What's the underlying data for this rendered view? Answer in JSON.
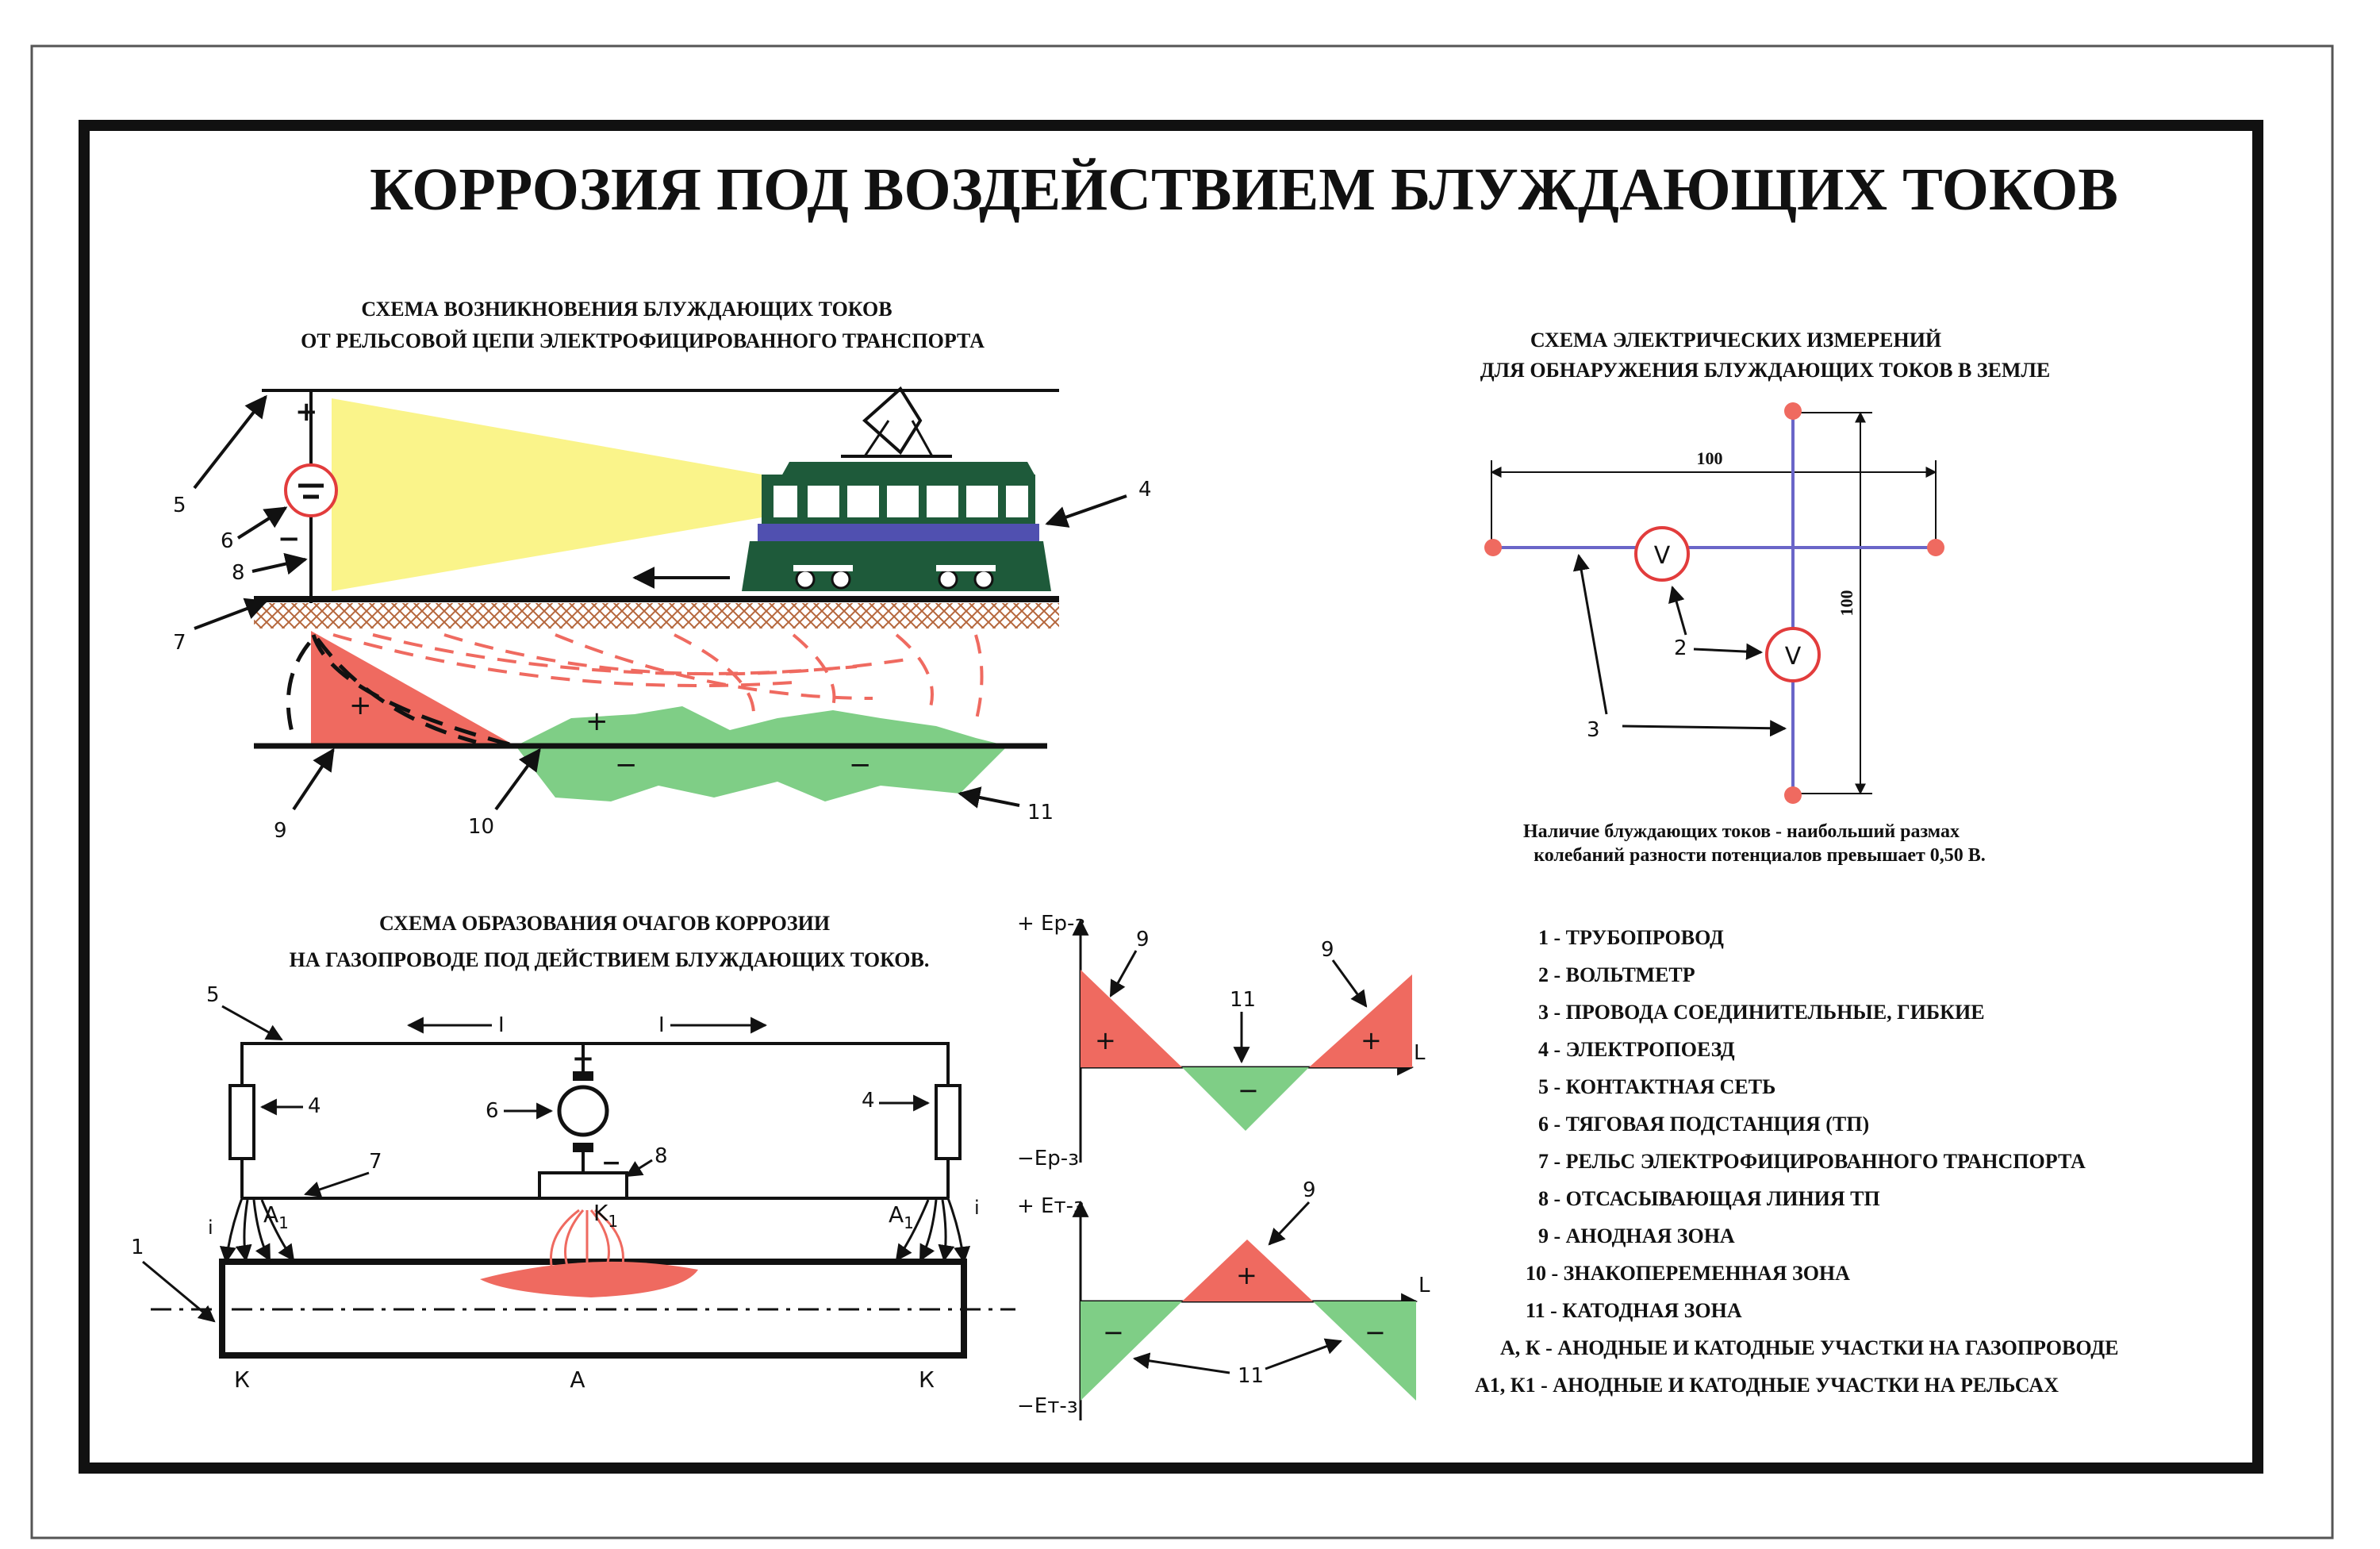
{
  "title": "КОРРОЗИЯ ПОД ВОЗДЕЙСТВИЕМ БЛУЖДАЮЩИХ ТОКОВ",
  "colors": {
    "red": "#ef6a60",
    "green": "#7fce86",
    "yellow": "#faf48a",
    "train_dark": "#1e5a3a",
    "train_blue": "#5050b0",
    "soil": "#c9784a"
  },
  "scheme1": {
    "title_line1": "СХЕМА ВОЗНИКНОВЕНИЯ БЛУЖДАЮЩИХ ТОКОВ",
    "title_line2": "ОТ РЕЛЬСОВОЙ ЦЕПИ ЭЛЕКТРОФИЦИРОВАННОГО ТРАНСПОРТА",
    "labels": {
      "n5": "5",
      "n6": "6",
      "n8": "8",
      "n7": "7",
      "n4": "4",
      "n9": "9",
      "n10": "10",
      "n11": "11",
      "plus": "+",
      "minus": "−",
      "plus_zone": "+",
      "plus_green": "+",
      "minus_green1": "−",
      "minus_green2": "−"
    }
  },
  "scheme2": {
    "title_line1": "СХЕМА ЭЛЕКТРИЧЕСКИХ ИЗМЕРЕНИЙ",
    "title_line2": "ДЛЯ ОБНАРУЖЕНИЯ БЛУЖДАЮЩИХ ТОКОВ В ЗЕМЛЕ",
    "dim_h": "100",
    "dim_v": "100",
    "voltmeter": "V",
    "labels": {
      "n2": "2",
      "n3": "3"
    },
    "note_line1": "Наличие блуждающих токов - наибольший размах",
    "note_line2": "колебаний разности потенциалов превышает 0,50 В."
  },
  "scheme3": {
    "title_line1": "СХЕМА ОБРАЗОВАНИЯ ОЧАГОВ КОРРОЗИИ",
    "title_line2": "НА ГАЗОПРОВОДЕ ПОД ДЕЙСТВИЕМ БЛУЖДАЮЩИХ ТОКОВ.",
    "labels": {
      "n5": "5",
      "n4a": "4",
      "n4b": "4",
      "n6": "6",
      "n7": "7",
      "n8": "8",
      "n1": "1",
      "I1": "I",
      "I2": "I",
      "plus": "+",
      "minus": "−",
      "i1": "i",
      "i2": "i",
      "A1a": "A",
      "A1b": "A",
      "K1": "K",
      "sub1": "1",
      "sub2": "1",
      "sub3": "1",
      "K_left": "К",
      "A_mid": "А",
      "K_right": "К"
    }
  },
  "graphs": {
    "top": {
      "y_pos": "+ Ep-з",
      "y_neg": "−Ep-з",
      "x": "L",
      "n9a": "9",
      "n9b": "9",
      "n11": "11",
      "plus1": "+",
      "plus2": "+",
      "minus": "−"
    },
    "bottom": {
      "y_pos": "+ Eт-з",
      "y_neg": "−Eт-з",
      "x": "L",
      "n9": "9",
      "n11": "11",
      "plus": "+",
      "minus1": "−",
      "minus2": "−"
    }
  },
  "legend": [
    "1 - ТРУБОПРОВОД",
    "2 - ВОЛЬТМЕТР",
    "3 - ПРОВОДА СОЕДИНИТЕЛЬНЫЕ, ГИБКИЕ",
    "4 - ЭЛЕКТРОПОЕЗД",
    "5 - КОНТАКТНАЯ СЕТЬ",
    "6 - ТЯГОВАЯ ПОДСТАНЦИЯ (ТП)",
    "7 - РЕЛЬС ЭЛЕКТРОФИЦИРОВАННОГО ТРАНСПОРТА",
    "8 - ОТСАСЫВАЮЩАЯ ЛИНИЯ ТП",
    "9 - АНОДНАЯ ЗОНА",
    "10 - ЗНАКОПЕРЕМЕННАЯ ЗОНА",
    "11 - КАТОДНАЯ ЗОНА",
    "А, К - АНОДНЫЕ И КАТОДНЫЕ УЧАСТКИ НА ГАЗОПРОВОДЕ",
    "А1, К1 - АНОДНЫЕ И КАТОДНЫЕ УЧАСТКИ НА РЕЛЬСАХ"
  ]
}
